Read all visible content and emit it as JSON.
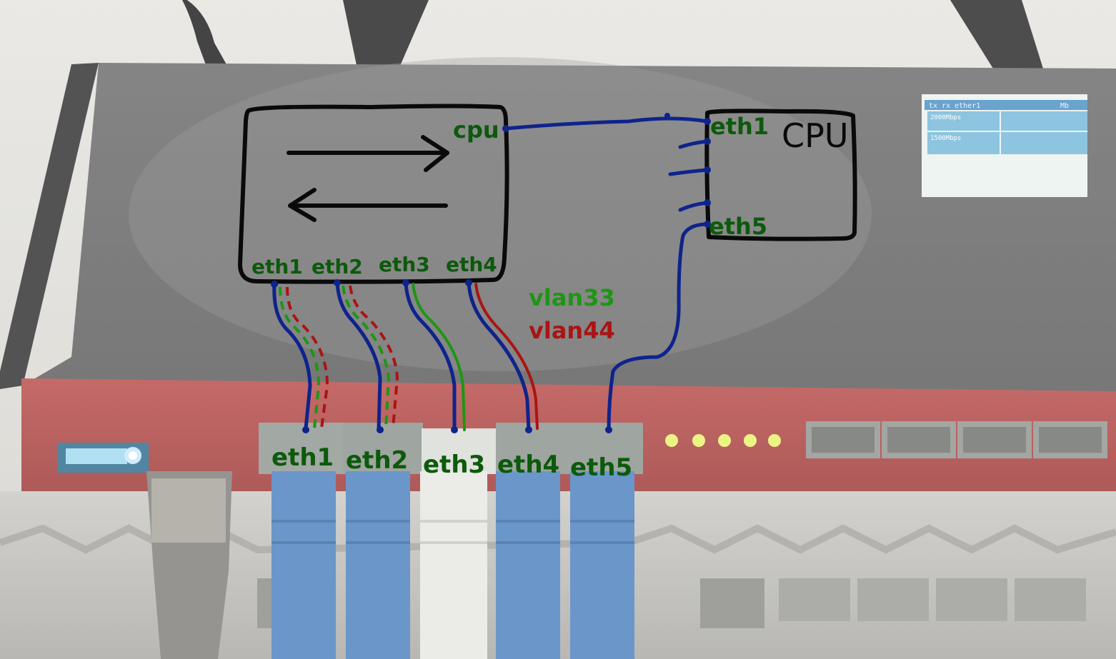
{
  "switch_chip": {
    "cpu_port": "cpu",
    "ports": [
      "eth1",
      "eth2",
      "eth3",
      "eth4"
    ]
  },
  "cpu_block": {
    "title": "CPU",
    "port_top": "eth1",
    "port_bottom": "eth5"
  },
  "legend": {
    "vlan33": "vlan33",
    "vlan44": "vlan44"
  },
  "router_ports": [
    "eth1",
    "eth2",
    "eth3",
    "eth4",
    "eth5"
  ],
  "lcd": {
    "header": "tx rx ether1",
    "header_right": "Mb",
    "row1": "2000Mbps",
    "row2": "1500Mbps"
  },
  "colors": {
    "trunk": "#0f238c",
    "vlan33": "#1e9614",
    "vlan44": "#aa1414",
    "port_label": "#0c5a0c",
    "ink": "#0a0a0a",
    "router_body": "#3c3c3c",
    "router_front": "#b03a3a",
    "lcd_screen": "#6fb6d8",
    "leds": "#e8f26a"
  }
}
